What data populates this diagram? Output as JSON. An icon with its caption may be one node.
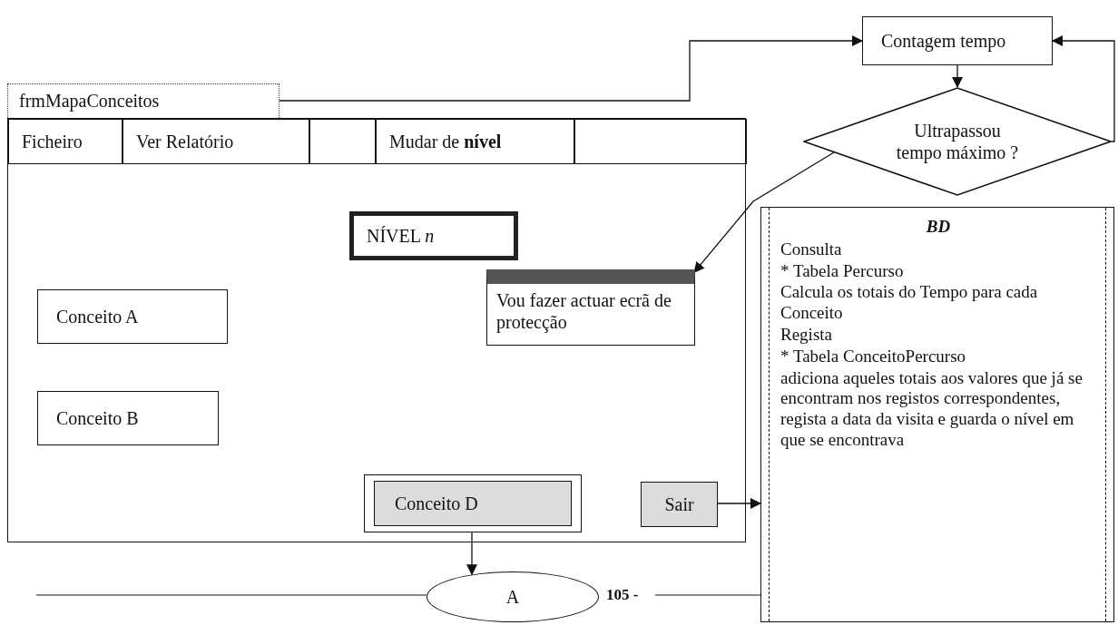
{
  "diagram": {
    "nodes": [
      {
        "text": [
          "frmMapaConceitos"
        ]
      },
      {
        "text": [],
        "shape": "box"
      },
      {
        "text": [
          "Ficheiro"
        ],
        "in": 1
      },
      {
        "text": [
          "Ver Relatório"
        ],
        "in": 1
      },
      {
        "text": [],
        "shape": "box",
        "in": 1
      },
      {
        "text": [
          "Mudar de **nível**"
        ],
        "in": 1
      },
      {
        "text": [],
        "shape": "box",
        "in": 1
      },
      {
        "text": [
          "NÍVEL *n*"
        ],
        "in": 1
      },
      {
        "text": [
          "Vou fazer actuar ecrã de protecção"
        ],
        "in": 1
      },
      {
        "text": [
          "Conceito A"
        ],
        "in": 1
      },
      {
        "text": [
          "Conceito B"
        ],
        "in": 1
      },
      {
        "text": [
          "Conceito D"
        ],
        "in": 1
      },
      {
        "text": [
          "Sair"
        ],
        "in": 1
      },
      {
        "text": [
          "Contagem tempo"
        ]
      },
      {
        "text": [
          "Ultrapassou tempo máximo ?"
        ]
      },
      {
        "text": [
          "BD",
          "Consulta",
          "* Tabela Percurso",
          "Calcula os totais do Tempo para cada Conceito",
          "Regista",
          "* Tabela ConceitoPercurso",
          "adiciona aqueles totais aos valores que já se encontram nos registos correspondentes, regista a data da visita e guarda o nível em que se encontrava"
        ]
      },
      {
        "text": [
          "A"
        ]
      }
    ],
    "edges": [
      {
        "from": 0,
        "to": 13,
        "arrow": "to"
      },
      {
        "from": 13,
        "to": 14,
        "arrow": "to"
      },
      {
        "from": 14,
        "to": 13,
        "arrow": "to"
      },
      {
        "from": 14,
        "to": 8,
        "arrow": "to"
      },
      {
        "from": 12,
        "to": 15,
        "arrow": "to"
      },
      {
        "from": 11,
        "to": 16,
        "arrow": "to"
      }
    ],
    "labels": [
      "105 -"
    ]
  }
}
